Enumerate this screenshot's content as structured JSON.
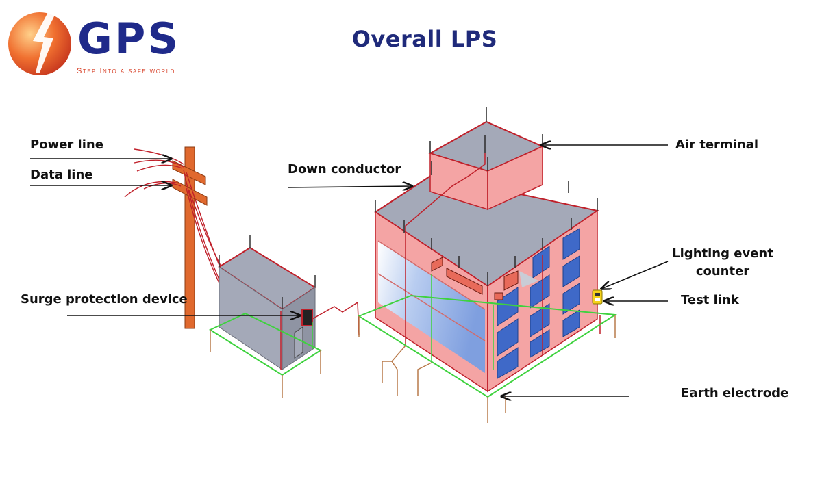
{
  "logo": {
    "word": "GPS",
    "tagline": "Step Into a safe world"
  },
  "title": "Overall LPS",
  "labels": {
    "power_line": "Power line",
    "data_line": "Data line",
    "surge_protection_device": "Surge protection device",
    "down_conductor": "Down conductor",
    "air_terminal": "Air terminal",
    "lighting_event_counter": "Lighting event counter",
    "test_link": "Test link",
    "earth_electrode": "Earth electrode"
  },
  "colors": {
    "brand_blue": "#1f2a7a",
    "brand_orange": "#e8562a",
    "building_pink": "#f4a4a4",
    "roof_gray": "#a4a9b8",
    "conductor_red": "#c0202a",
    "earth_green": "#3ed23e",
    "electrode_brown": "#b97a4a",
    "window_blue": "#3f69c8",
    "pole_orange": "#e0692e"
  },
  "icons": [
    "lightning-bolt-icon",
    "arrow-icon"
  ]
}
